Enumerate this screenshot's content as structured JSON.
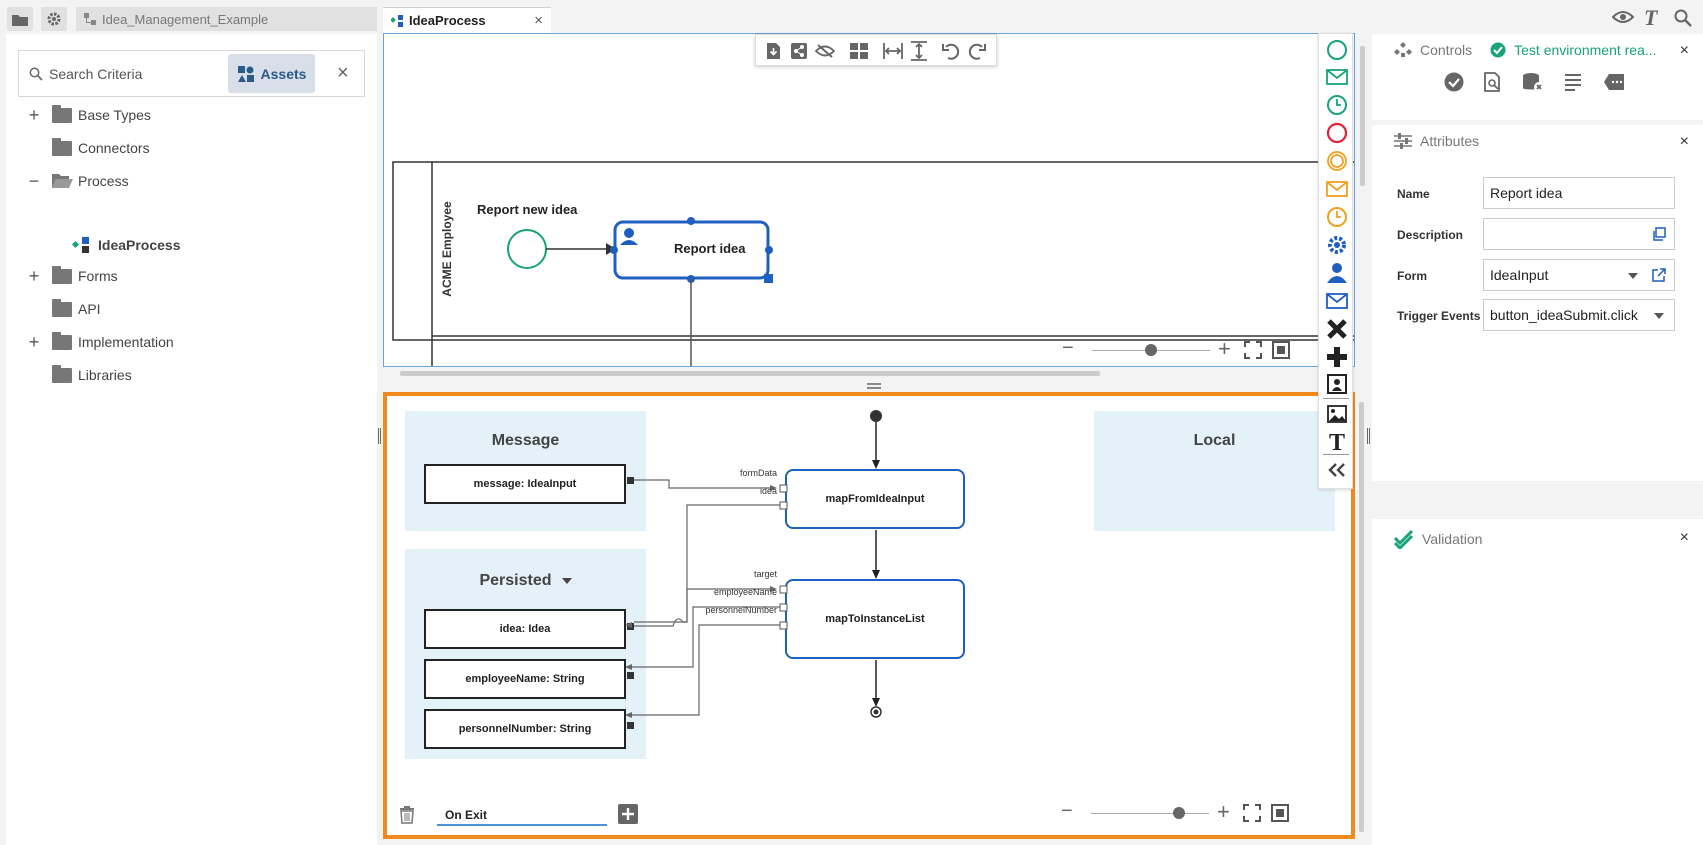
{
  "topbar": {
    "project_tab": "Idea_Management_Example",
    "file_tab": "IdeaProcess",
    "close_glyph": "×"
  },
  "left": {
    "search_placeholder": "Search Criteria",
    "assets_label": "Assets",
    "clear_glyph": "×",
    "tree": [
      {
        "label": "Base Types",
        "expand": "+"
      },
      {
        "label": "Connectors",
        "expand": ""
      },
      {
        "label": "Process",
        "expand": "−"
      },
      {
        "label": "IdeaProcess",
        "expand": ""
      },
      {
        "label": "Forms",
        "expand": "+"
      },
      {
        "label": "API",
        "expand": ""
      },
      {
        "label": "Implementation",
        "expand": "+"
      },
      {
        "label": "Libraries",
        "expand": ""
      }
    ]
  },
  "process": {
    "lane": "ACME Employee",
    "start_label": "Report new idea",
    "task_label": "Report idea"
  },
  "mapping": {
    "message_title": "Message",
    "message_item": "message: IdeaInput",
    "persisted_title": "Persisted",
    "persisted_items": [
      "idea: Idea",
      "employeeName: String",
      "personnelNumber: String"
    ],
    "local_title": "Local",
    "node1": "mapFromIdeaInput",
    "node1_ports": [
      "formData",
      "idea"
    ],
    "node2": "mapToInstanceList",
    "node2_ports": [
      "target",
      "employeeName",
      "personnelNumber"
    ],
    "tab_label": "On Exit"
  },
  "right": {
    "controls_title": "Controls",
    "status_text": "Test environment rea...",
    "attributes_title": "Attributes",
    "attributes": {
      "name_label": "Name",
      "name_value": "Report idea",
      "description_label": "Description",
      "description_value": "",
      "form_label": "Form",
      "form_value": "IdeaInput",
      "trigger_label": "Trigger Events",
      "trigger_value": "button_ideaSubmit.click"
    },
    "validation_title": "Validation",
    "close_glyph": "×"
  },
  "colors": {
    "accent": "#1f5fbf",
    "highlight": "#f08a1c",
    "start_event": "#1aa37a",
    "end_event": "#e0213a",
    "intermediate": "#f0a020",
    "panel_blue": "#e5f1f9"
  }
}
